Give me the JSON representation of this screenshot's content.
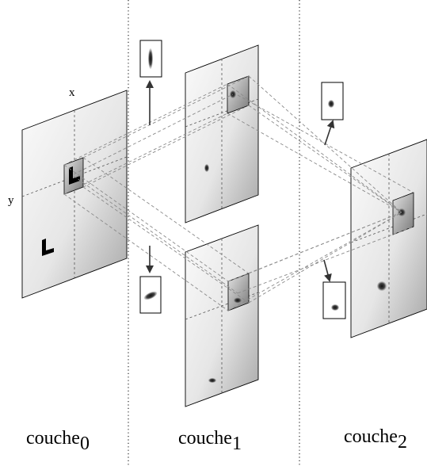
{
  "layers": [
    {
      "name": "couche",
      "index": "0"
    },
    {
      "name": "couche",
      "index": "1"
    },
    {
      "name": "couche",
      "index": "2"
    }
  ],
  "axes": {
    "x": "x",
    "y": "y"
  },
  "colors": {
    "plate_light": "#f6f6f6",
    "plate_dark": "#a9a9a9",
    "window_light": "#dcdcdc",
    "window_dark": "#7d7d7d",
    "connection": "#8a8a8a",
    "blob": "#2b2b2b"
  },
  "icons": [
    "l-shape-glyph",
    "blob-feature",
    "arrow-icon"
  ]
}
